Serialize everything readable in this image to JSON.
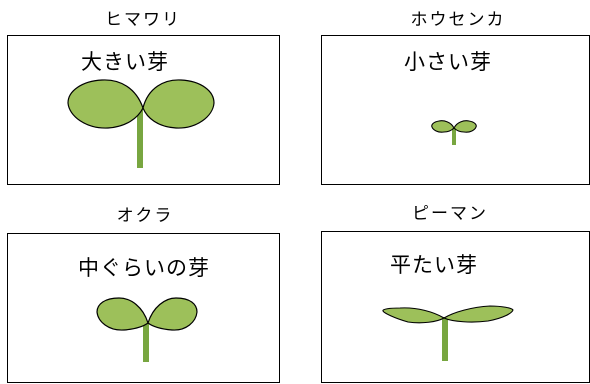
{
  "panels": [
    {
      "plant": "ヒマワリ",
      "sprout": "大きい芽"
    },
    {
      "plant": "ホウセンカ",
      "sprout": "小さい芽"
    },
    {
      "plant": "オクラ",
      "sprout": "中ぐらいの芽"
    },
    {
      "plant": "ピーマン",
      "sprout": "平たい芽"
    }
  ],
  "colors": {
    "leaf": "#9dc05a",
    "stem": "#78a640",
    "outline": "#000000"
  }
}
